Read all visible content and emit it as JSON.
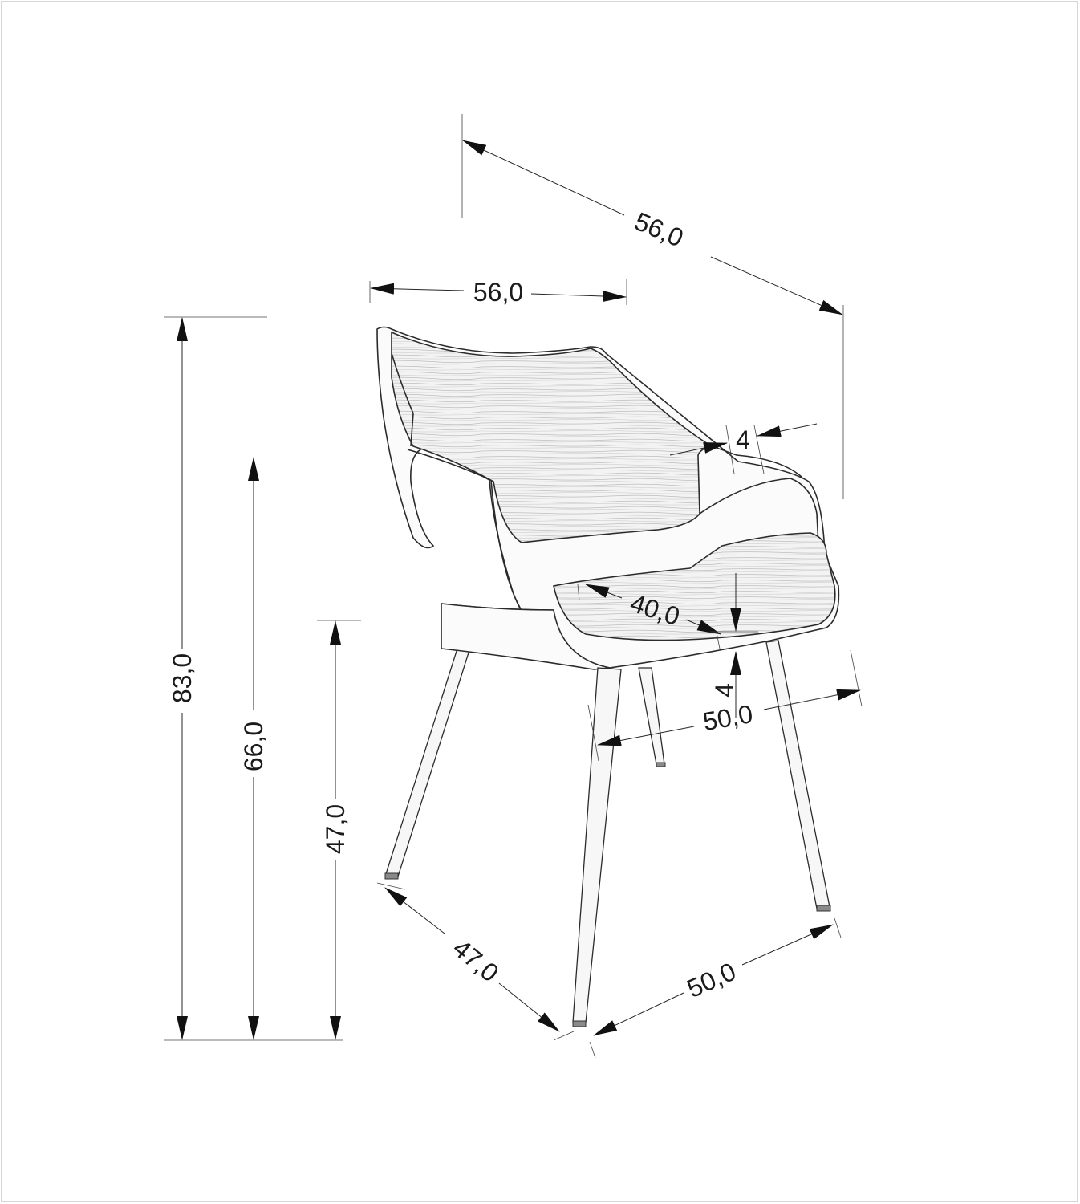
{
  "dimensions": {
    "overall_height": "83,0",
    "armrest_height": "66,0",
    "seat_height": "47,0",
    "top_width": "56,0",
    "depth_top": "56,0",
    "seat_depth": "40,0",
    "seat_width": "50,0",
    "base_width": "50,0",
    "base_depth": "47,0",
    "shell_thickness_arm": "4",
    "shell_thickness_seat": "4"
  },
  "colors": {
    "line": "#2b2b2b",
    "panel_fill": "#f2f2f2",
    "grain": "#bdbdbd"
  }
}
